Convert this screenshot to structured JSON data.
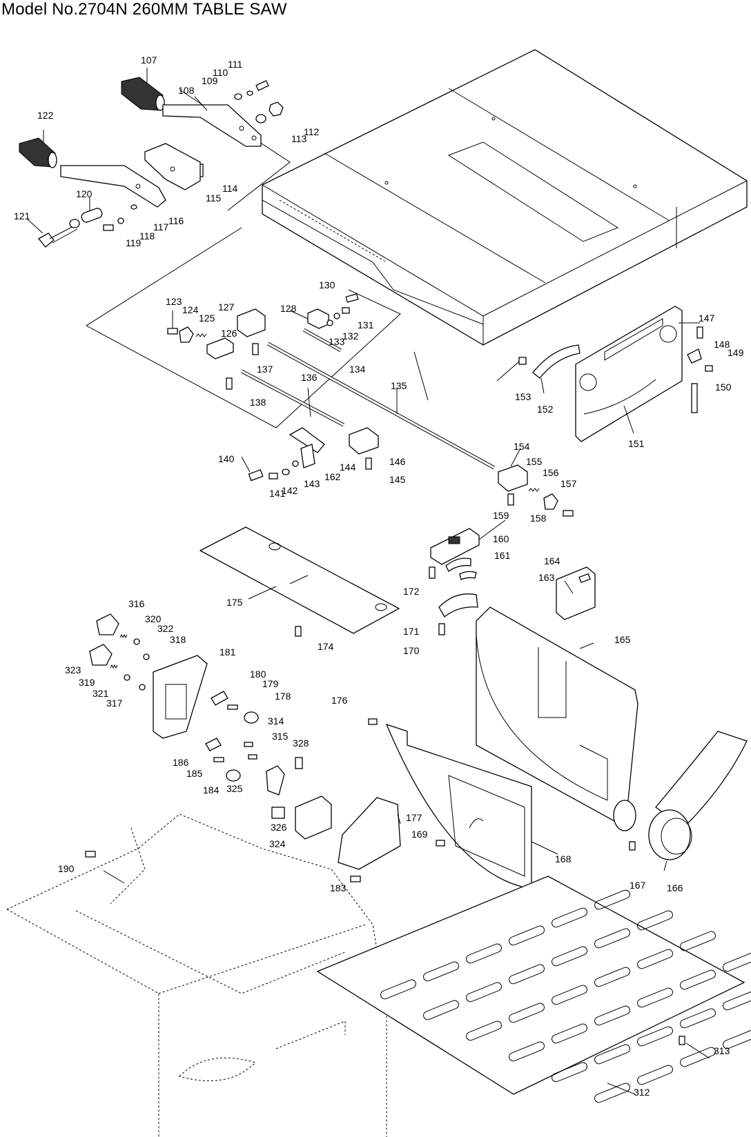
{
  "title": "Model No.2704N 260MM TABLE SAW",
  "part_numbers": [
    {
      "id": "107"
    },
    {
      "id": "108"
    },
    {
      "id": "109"
    },
    {
      "id": "110"
    },
    {
      "id": "111"
    },
    {
      "id": "112"
    },
    {
      "id": "113"
    },
    {
      "id": "114"
    },
    {
      "id": "115"
    },
    {
      "id": "116"
    },
    {
      "id": "117"
    },
    {
      "id": "118"
    },
    {
      "id": "119"
    },
    {
      "id": "120"
    },
    {
      "id": "121"
    },
    {
      "id": "122"
    },
    {
      "id": "123"
    },
    {
      "id": "124"
    },
    {
      "id": "125"
    },
    {
      "id": "126"
    },
    {
      "id": "127"
    },
    {
      "id": "128"
    },
    {
      "id": "130"
    },
    {
      "id": "131"
    },
    {
      "id": "132"
    },
    {
      "id": "133"
    },
    {
      "id": "134"
    },
    {
      "id": "135"
    },
    {
      "id": "136"
    },
    {
      "id": "137"
    },
    {
      "id": "138"
    },
    {
      "id": "140"
    },
    {
      "id": "141"
    },
    {
      "id": "142"
    },
    {
      "id": "143"
    },
    {
      "id": "144"
    },
    {
      "id": "145"
    },
    {
      "id": "146"
    },
    {
      "id": "147"
    },
    {
      "id": "148"
    },
    {
      "id": "149"
    },
    {
      "id": "150"
    },
    {
      "id": "151"
    },
    {
      "id": "152"
    },
    {
      "id": "153"
    },
    {
      "id": "154"
    },
    {
      "id": "155"
    },
    {
      "id": "156"
    },
    {
      "id": "157"
    },
    {
      "id": "158"
    },
    {
      "id": "159"
    },
    {
      "id": "160"
    },
    {
      "id": "161"
    },
    {
      "id": "163"
    },
    {
      "id": "164"
    },
    {
      "id": "165"
    },
    {
      "id": "166"
    },
    {
      "id": "167"
    },
    {
      "id": "168"
    },
    {
      "id": "169"
    },
    {
      "id": "170"
    },
    {
      "id": "171"
    },
    {
      "id": "172"
    },
    {
      "id": "174"
    },
    {
      "id": "175"
    },
    {
      "id": "176"
    },
    {
      "id": "177"
    },
    {
      "id": "178"
    },
    {
      "id": "179"
    },
    {
      "id": "180"
    },
    {
      "id": "181"
    },
    {
      "id": "183"
    },
    {
      "id": "184"
    },
    {
      "id": "185"
    },
    {
      "id": "186"
    },
    {
      "id": "190"
    },
    {
      "id": "312"
    },
    {
      "id": "313"
    },
    {
      "id": "314"
    },
    {
      "id": "315"
    },
    {
      "id": "316"
    },
    {
      "id": "317"
    },
    {
      "id": "318"
    },
    {
      "id": "319"
    },
    {
      "id": "320"
    },
    {
      "id": "321"
    },
    {
      "id": "322"
    },
    {
      "id": "323"
    },
    {
      "id": "324"
    },
    {
      "id": "325"
    },
    {
      "id": "326"
    },
    {
      "id": "328"
    },
    {
      "id": "162"
    }
  ]
}
